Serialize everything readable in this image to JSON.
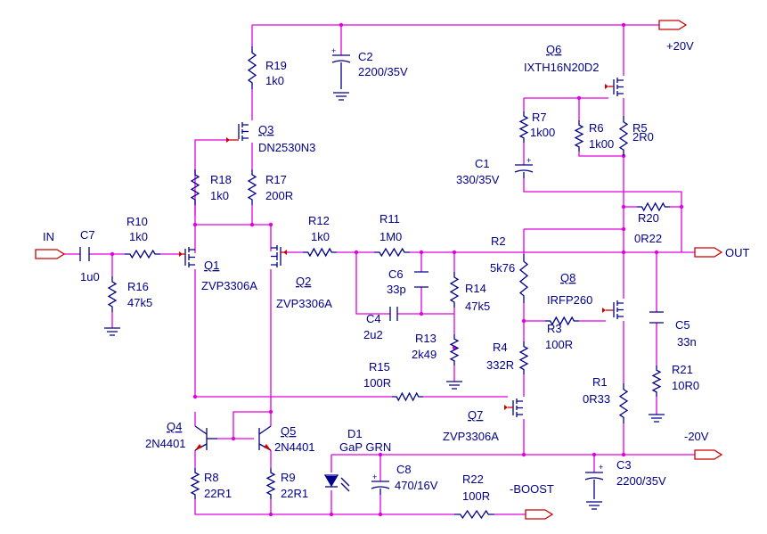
{
  "ports": {
    "in": "IN",
    "out": "OUT",
    "vpos": "+20V",
    "vneg": "-20V",
    "boost": "-BOOST"
  },
  "parts": {
    "c7": {
      "ref": "C7",
      "val": "1u0"
    },
    "r10": {
      "ref": "R10",
      "val": "1k0"
    },
    "r16": {
      "ref": "R16",
      "val": "47k5"
    },
    "q1": {
      "ref": "Q1",
      "val": "ZVP3306A"
    },
    "r18": {
      "ref": "R18",
      "val": "1k0"
    },
    "r19": {
      "ref": "R19",
      "val": "1k0"
    },
    "q3": {
      "ref": "Q3",
      "val": "DN2530N3"
    },
    "r17": {
      "ref": "R17",
      "val": "200R"
    },
    "c2": {
      "ref": "C2",
      "val": "2200/35V"
    },
    "q2": {
      "ref": "Q2",
      "val": "ZVP3306A"
    },
    "r12": {
      "ref": "R12",
      "val": "1k0"
    },
    "r11": {
      "ref": "R11",
      "val": "1M0"
    },
    "c6": {
      "ref": "C6",
      "val": "33p"
    },
    "c4": {
      "ref": "C4",
      "val": "2u2"
    },
    "r14": {
      "ref": "R14",
      "val": "47k5"
    },
    "r13": {
      "ref": "R13",
      "val": "2k49"
    },
    "r2": {
      "ref": "R2",
      "val": "5k76"
    },
    "r4": {
      "ref": "R4",
      "val": "332R"
    },
    "q6": {
      "ref": "Q6",
      "val": "IXTH16N20D2"
    },
    "r7": {
      "ref": "R7",
      "val": "1k00"
    },
    "r6": {
      "ref": "R6",
      "val": "1k00"
    },
    "r5": {
      "ref": "R5",
      "val": "2R0"
    },
    "c1": {
      "ref": "C1",
      "val": "330/35V"
    },
    "r20": {
      "ref": "R20",
      "val": "0R22"
    },
    "q8": {
      "ref": "Q8",
      "val": "IRFP260"
    },
    "r3": {
      "ref": "R3",
      "val": "100R"
    },
    "c5": {
      "ref": "C5",
      "val": "33n"
    },
    "r21": {
      "ref": "R21",
      "val": "10R0"
    },
    "r1": {
      "ref": "R1",
      "val": "0R33"
    },
    "r15": {
      "ref": "R15",
      "val": "100R"
    },
    "q7": {
      "ref": "Q7",
      "val": "ZVP3306A"
    },
    "q4": {
      "ref": "Q4",
      "val": "2N4401"
    },
    "q5": {
      "ref": "Q5",
      "val": "2N4401"
    },
    "r8": {
      "ref": "R8",
      "val": "22R1"
    },
    "r9": {
      "ref": "R9",
      "val": "22R1"
    },
    "d1": {
      "ref": "D1",
      "val": "GaP GRN"
    },
    "c8": {
      "ref": "C8",
      "val": "470/16V"
    },
    "r22": {
      "ref": "R22",
      "val": "100R"
    },
    "c3": {
      "ref": "C3",
      "val": "2200/35V"
    }
  },
  "colors": {
    "wire": "#e000e0",
    "component": "#00008a",
    "pin_and_port": "#cc0000",
    "junction": "#e000e0",
    "background": "#ffffff"
  }
}
